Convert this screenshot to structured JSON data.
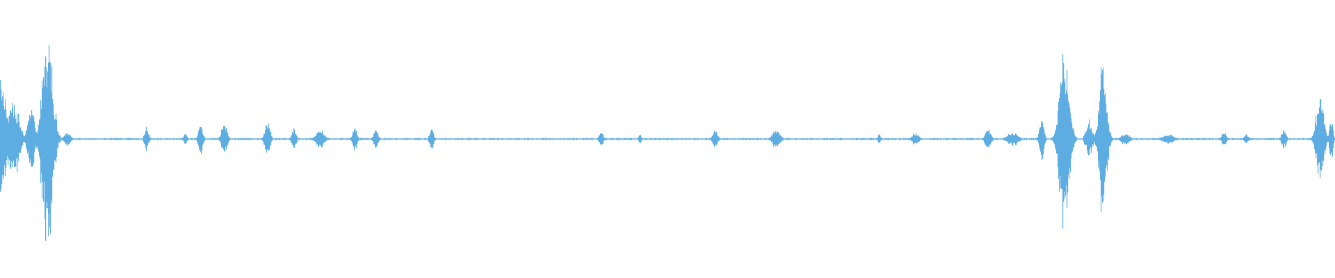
{
  "waveform": {
    "color": "#5DADE2",
    "background": "#FFFFFF",
    "duration_samples": 1920,
    "baseline_amplitude": 0.008,
    "events": [
      {
        "t": 0,
        "amp": 0.62,
        "width": 18
      },
      {
        "t": 18,
        "amp": 0.35,
        "width": 22
      },
      {
        "t": 44,
        "amp": 0.3,
        "width": 12
      },
      {
        "t": 68,
        "amp": 0.92,
        "width": 20
      },
      {
        "t": 96,
        "amp": 0.06,
        "width": 12
      },
      {
        "t": 210,
        "amp": 0.1,
        "width": 8
      },
      {
        "t": 266,
        "amp": 0.05,
        "width": 6
      },
      {
        "t": 288,
        "amp": 0.14,
        "width": 8
      },
      {
        "t": 322,
        "amp": 0.15,
        "width": 10
      },
      {
        "t": 384,
        "amp": 0.16,
        "width": 10
      },
      {
        "t": 422,
        "amp": 0.1,
        "width": 8
      },
      {
        "t": 460,
        "amp": 0.08,
        "width": 16
      },
      {
        "t": 510,
        "amp": 0.11,
        "width": 8
      },
      {
        "t": 540,
        "amp": 0.1,
        "width": 8
      },
      {
        "t": 620,
        "amp": 0.1,
        "width": 8
      },
      {
        "t": 864,
        "amp": 0.07,
        "width": 8
      },
      {
        "t": 920,
        "amp": 0.04,
        "width": 6
      },
      {
        "t": 1028,
        "amp": 0.07,
        "width": 10
      },
      {
        "t": 1116,
        "amp": 0.09,
        "width": 14
      },
      {
        "t": 1264,
        "amp": 0.04,
        "width": 6
      },
      {
        "t": 1316,
        "amp": 0.05,
        "width": 14
      },
      {
        "t": 1420,
        "amp": 0.11,
        "width": 10
      },
      {
        "t": 1456,
        "amp": 0.06,
        "width": 20
      },
      {
        "t": 1498,
        "amp": 0.24,
        "width": 8
      },
      {
        "t": 1530,
        "amp": 0.78,
        "width": 18
      },
      {
        "t": 1566,
        "amp": 0.16,
        "width": 12
      },
      {
        "t": 1586,
        "amp": 0.72,
        "width": 14
      },
      {
        "t": 1618,
        "amp": 0.05,
        "width": 16
      },
      {
        "t": 1680,
        "amp": 0.04,
        "width": 22
      },
      {
        "t": 1760,
        "amp": 0.07,
        "width": 8
      },
      {
        "t": 1792,
        "amp": 0.05,
        "width": 8
      },
      {
        "t": 1846,
        "amp": 0.09,
        "width": 8
      },
      {
        "t": 1898,
        "amp": 0.4,
        "width": 14
      },
      {
        "t": 1914,
        "amp": 0.22,
        "width": 6
      }
    ]
  }
}
